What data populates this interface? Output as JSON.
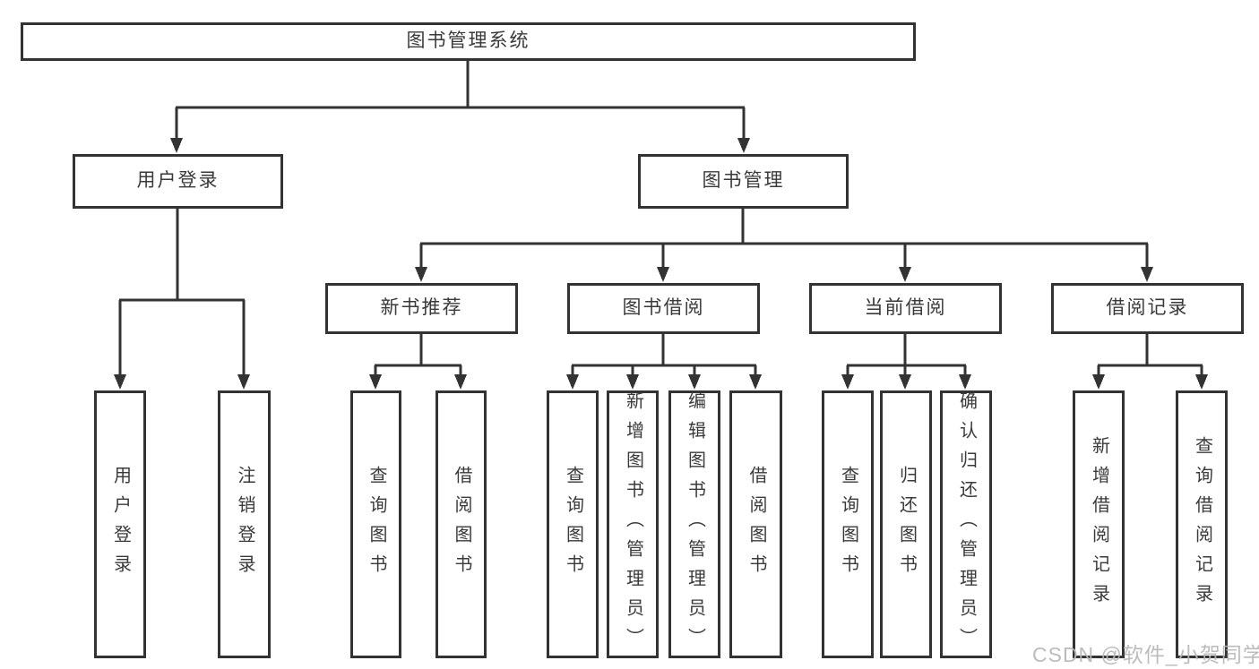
{
  "diagram": {
    "root": "图书管理系统",
    "login": {
      "label": "用户登录",
      "children": [
        "用户登录",
        "注销登录"
      ]
    },
    "management": {
      "label": "图书管理",
      "sections": [
        {
          "label": "新书推荐",
          "children": [
            "查询图书",
            "借阅图书"
          ]
        },
        {
          "label": "图书借阅",
          "children": [
            "查询图书",
            "新增图书（管理员）",
            "编辑图书（管理员）",
            "借阅图书"
          ]
        },
        {
          "label": "当前借阅",
          "children": [
            "查询图书",
            "归还图书",
            "确认归还（管理员）"
          ]
        },
        {
          "label": "借阅记录",
          "children": [
            "新增借阅记录",
            "查询借阅记录"
          ]
        }
      ]
    }
  },
  "watermark": {
    "text": "CSDN @软件_小贺同学"
  },
  "colors": {
    "line": "#333333",
    "text": "#3a3a3a",
    "box_background": "#ffffff",
    "watermark_text": "#b7b7b7",
    "page_background": "#ffffff"
  }
}
